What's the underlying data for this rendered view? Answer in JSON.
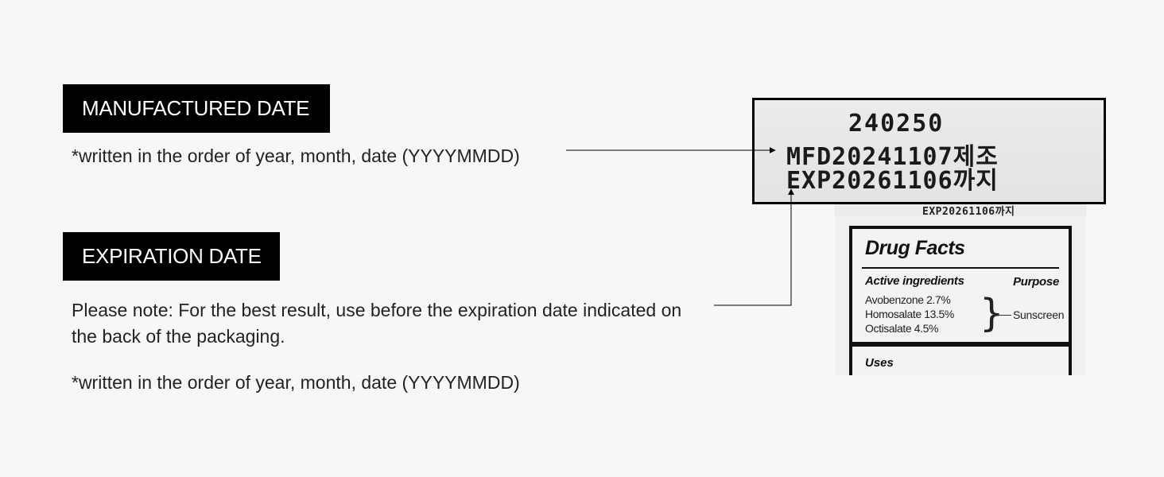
{
  "manufactured": {
    "label": "MANUFACTURED DATE",
    "note": "*written in the order of year, month, date (YYYYMMDD)"
  },
  "expiration": {
    "label": "EXPIRATION DATE",
    "note": "Please note: For the best result, use before the expiration date indicated on the back of the packaging.",
    "format_note": "*written in the order of year, month, date (YYYYMMDD)"
  },
  "zoom_print": {
    "line1": "240250",
    "line2": "MFD20241107제조",
    "line3": "EXP20261106까지"
  },
  "photo": {
    "small_exp": "EXP20261106까지",
    "title": "Drug Facts",
    "active_heading": "Active ingredients",
    "purpose_heading": "Purpose",
    "ingredients": [
      "Avobenzone 2.7%",
      "Homosalate 13.5%",
      "Octisalate 4.5%"
    ],
    "purpose": "Sunscreen",
    "uses_heading": "Uses"
  },
  "colors": {
    "background": "#f7f7f7",
    "label_bg": "#000000",
    "label_text": "#ffffff",
    "text": "#222222"
  }
}
